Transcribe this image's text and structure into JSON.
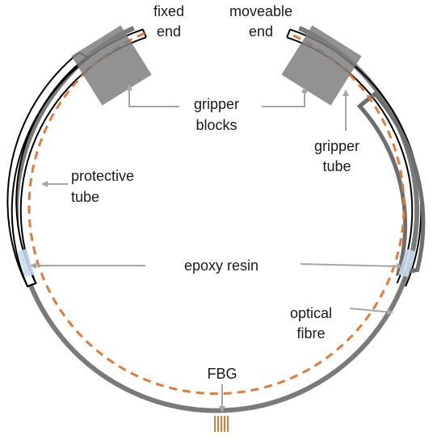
{
  "labels": {
    "fixed_end": [
      "fixed",
      "end"
    ],
    "moveable_end": [
      "moveable",
      "end"
    ],
    "gripper_blocks": [
      "gripper",
      "blocks"
    ],
    "gripper_tube": [
      "gripper",
      "tube"
    ],
    "protective_tube": [
      "protective",
      "tube"
    ],
    "epoxy_resin": "epoxy resin",
    "optical_fibre": [
      "optical",
      "fibre"
    ],
    "fbg": "FBG"
  },
  "colors": {
    "outer_ring": "#7a7a7a",
    "tube_outline": "#000000",
    "gripper_tube": "#6e6e6e",
    "fibre": "#e07b39",
    "gripper_block": "#7f7f7f",
    "epoxy": "#c9dbee",
    "arrow": "#a6a6a6",
    "text": "#1a1a1a"
  }
}
